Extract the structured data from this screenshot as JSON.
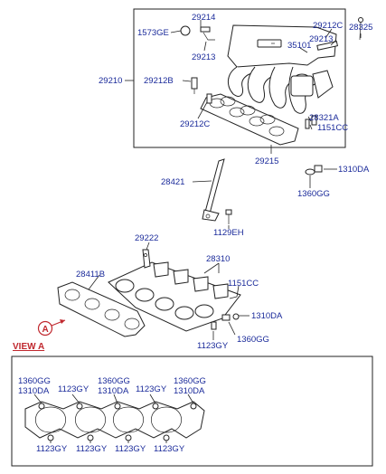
{
  "labels": {
    "p1573ge": "1573GE",
    "p29214": "29214",
    "p29213_top": "29213",
    "p29212c_top": "29212C",
    "p28325": "28325",
    "p29213_right": "29213",
    "p35101": "35101",
    "p29210": "29210",
    "p29212b": "29212B",
    "p29212c_low": "29212C",
    "p28321a": "28321A",
    "p1151cc_top": "1151CC",
    "p29215": "29215",
    "p28421": "28421",
    "p1310da_right": "1310DA",
    "p1360gg_right": "1360GG",
    "p1129eh": "1129EH",
    "p29222": "29222",
    "p28310": "28310",
    "p28411b": "28411B",
    "p1151cc_mid": "1151CC",
    "p1310da_mid": "1310DA",
    "p1360gg_mid": "1360GG",
    "p1123gy_mid": "1123GY",
    "callout_a": "A",
    "view_a": "VIEW  A",
    "v_1360gg_1": "1360GG",
    "v_1310da_1": "1310DA",
    "v_1123gy_1": "1123GY",
    "v_1360gg_2": "1360GG",
    "v_1310da_2": "1310DA",
    "v_1123gy_2": "1123GY",
    "v_1360gg_3": "1360GG",
    "v_1310da_3": "1310DA",
    "v_1123gy_b1": "1123GY",
    "v_1123gy_b2": "1123GY",
    "v_1123gy_b3": "1123GY",
    "v_1123gy_b4": "1123GY"
  },
  "colors": {
    "label": "#1a2a9a",
    "callout": "#c0282e",
    "line": "#222222"
  }
}
